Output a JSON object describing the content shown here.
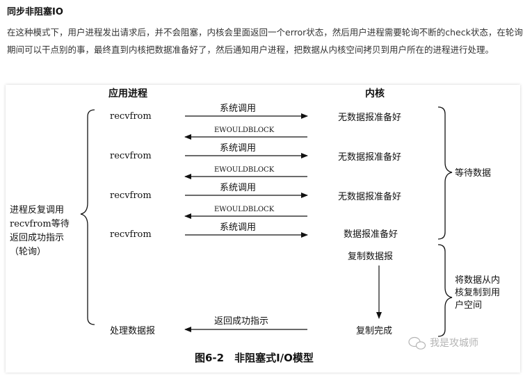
{
  "article": {
    "title": "同步非阻塞IO",
    "paragraph": "在这种模式下，用户进程发出请求后，并不会阻塞，内核会里面返回一个error状态，然后用户进程需要轮询不断的check状态，在轮询期间可以干点别的事，最终直到内核把数据准备好了，然后通知用户进程，把数据从内核空间拷贝到用户所在的进程进行处理。"
  },
  "diagram": {
    "header_app": "应用进程",
    "header_kernel": "内核",
    "left_brace_text": [
      "进程反复调用",
      "recvfrom等待",
      "返回成功指示",
      "（轮询）"
    ],
    "rows": [
      {
        "app": "recvfrom",
        "call": "系统调用",
        "kernel": "无数据报准备好",
        "reply": "EWOULDBLOCK"
      },
      {
        "app": "recvfrom",
        "call": "系统调用",
        "kernel": "无数据报准备好",
        "reply": "EWOULDBLOCK"
      },
      {
        "app": "recvfrom",
        "call": "系统调用",
        "kernel": "无数据报准备好",
        "reply": "EWOULDBLOCK"
      },
      {
        "app": "recvfrom",
        "call": "系统调用",
        "kernel": "数据报准备好"
      }
    ],
    "copy_start": "复制数据报",
    "copy_done": "复制完成",
    "return_label": "返回成功指示",
    "process_label": "处理数据报",
    "right_wait": "等待数据",
    "right_copy": [
      "将数据从内",
      "核复制到用",
      "户空间"
    ],
    "caption": "图6-2　非阻塞式I/O模型",
    "watermark": "我是攻城师"
  }
}
